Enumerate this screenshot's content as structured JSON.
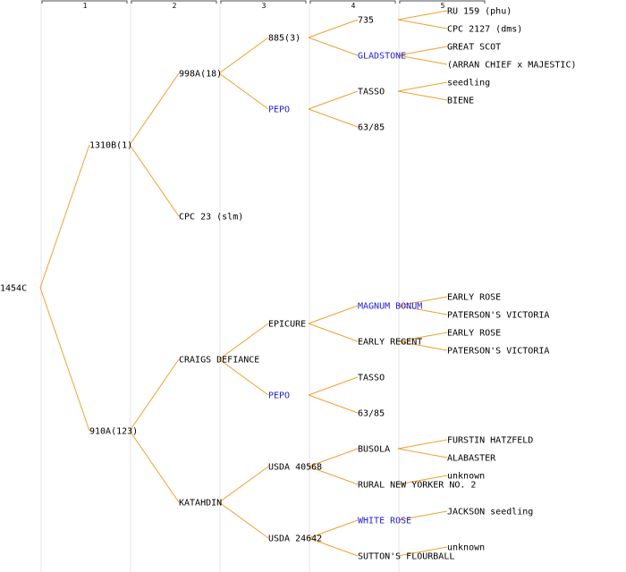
{
  "generations": [
    "1",
    "2",
    "3",
    "4",
    "5"
  ],
  "colors": {
    "edge": "#f0a030",
    "text": "#000000",
    "link": "#1e1ed2",
    "guide": "#e6e6e6",
    "ruler": "#505050"
  },
  "nodes": [
    {
      "id": "n0",
      "label": "1454C",
      "gen": 0,
      "row": 15.5,
      "link": false,
      "parent": null
    },
    {
      "id": "n1",
      "label": "1310B(1)",
      "gen": 1,
      "row": 7.5,
      "link": false,
      "parent": "n0"
    },
    {
      "id": "n2",
      "label": "910A(123)",
      "gen": 1,
      "row": 23.5,
      "link": false,
      "parent": "n0"
    },
    {
      "id": "n3",
      "label": "998A(18)",
      "gen": 2,
      "row": 3.5,
      "link": false,
      "parent": "n1"
    },
    {
      "id": "n4",
      "label": "CPC 23 (slm)",
      "gen": 2,
      "row": 11.5,
      "link": false,
      "parent": "n1"
    },
    {
      "id": "n5",
      "label": "CRAIGS DEFIANCE",
      "gen": 2,
      "row": 19.5,
      "link": false,
      "parent": "n2"
    },
    {
      "id": "n6",
      "label": "KATAHDIN",
      "gen": 2,
      "row": 27.5,
      "link": false,
      "parent": "n2"
    },
    {
      "id": "n7",
      "label": "885(3)",
      "gen": 3,
      "row": 1.5,
      "link": false,
      "parent": "n3"
    },
    {
      "id": "n8",
      "label": "PEPO",
      "gen": 3,
      "row": 5.5,
      "link": true,
      "parent": "n3"
    },
    {
      "id": "n9",
      "label": "EPICURE",
      "gen": 3,
      "row": 17.5,
      "link": false,
      "parent": "n5"
    },
    {
      "id": "n10",
      "label": "PEPO",
      "gen": 3,
      "row": 21.5,
      "link": true,
      "parent": "n5"
    },
    {
      "id": "n11",
      "label": "USDA 40568",
      "gen": 3,
      "row": 25.5,
      "link": false,
      "parent": "n6"
    },
    {
      "id": "n12",
      "label": "USDA 24642",
      "gen": 3,
      "row": 29.5,
      "link": false,
      "parent": "n6"
    },
    {
      "id": "n13",
      "label": "735",
      "gen": 4,
      "row": 0.5,
      "link": false,
      "parent": "n7"
    },
    {
      "id": "n14",
      "label": "GLADSTONE",
      "gen": 4,
      "row": 2.5,
      "link": true,
      "parent": "n7"
    },
    {
      "id": "n15",
      "label": "TASSO",
      "gen": 4,
      "row": 4.5,
      "link": false,
      "parent": "n8"
    },
    {
      "id": "n16",
      "label": "63/85",
      "gen": 4,
      "row": 6.5,
      "link": false,
      "parent": "n8"
    },
    {
      "id": "n17",
      "label": "MAGNUM BONUM",
      "gen": 4,
      "row": 16.5,
      "link": true,
      "parent": "n9"
    },
    {
      "id": "n18",
      "label": "EARLY REGENT",
      "gen": 4,
      "row": 18.5,
      "link": false,
      "parent": "n9"
    },
    {
      "id": "n19",
      "label": "TASSO",
      "gen": 4,
      "row": 20.5,
      "link": false,
      "parent": "n10"
    },
    {
      "id": "n20",
      "label": "63/85",
      "gen": 4,
      "row": 22.5,
      "link": false,
      "parent": "n10"
    },
    {
      "id": "n21",
      "label": "BUSOLA",
      "gen": 4,
      "row": 24.5,
      "link": false,
      "parent": "n11"
    },
    {
      "id": "n22",
      "label": "RURAL NEW YORKER NO. 2",
      "gen": 4,
      "row": 26.5,
      "link": false,
      "parent": "n11"
    },
    {
      "id": "n23",
      "label": "WHITE ROSE",
      "gen": 4,
      "row": 28.5,
      "link": true,
      "parent": "n12"
    },
    {
      "id": "n24",
      "label": "SUTTON'S FLOURBALL",
      "gen": 4,
      "row": 30.5,
      "link": false,
      "parent": "n12"
    },
    {
      "id": "n25",
      "label": "RU 159 (phu)",
      "gen": 5,
      "row": 0,
      "link": false,
      "parent": "n13"
    },
    {
      "id": "n26",
      "label": "CPC 2127 (dms)",
      "gen": 5,
      "row": 1,
      "link": false,
      "parent": "n13"
    },
    {
      "id": "n27",
      "label": "GREAT SCOT",
      "gen": 5,
      "row": 2,
      "link": false,
      "parent": "n14"
    },
    {
      "id": "n28",
      "label": "(ARRAN CHIEF x MAJESTIC)",
      "gen": 5,
      "row": 3,
      "link": false,
      "parent": "n14"
    },
    {
      "id": "n29",
      "label": "seedling",
      "gen": 5,
      "row": 4,
      "link": false,
      "parent": "n15"
    },
    {
      "id": "n30",
      "label": "BIENE",
      "gen": 5,
      "row": 5,
      "link": false,
      "parent": "n15"
    },
    {
      "id": "n31",
      "label": "EARLY ROSE",
      "gen": 5,
      "row": 16,
      "link": false,
      "parent": "n17"
    },
    {
      "id": "n32",
      "label": "PATERSON'S VICTORIA",
      "gen": 5,
      "row": 17,
      "link": false,
      "parent": "n17"
    },
    {
      "id": "n33",
      "label": "EARLY ROSE",
      "gen": 5,
      "row": 18,
      "link": false,
      "parent": "n18"
    },
    {
      "id": "n34",
      "label": "PATERSON'S VICTORIA",
      "gen": 5,
      "row": 19,
      "link": false,
      "parent": "n18"
    },
    {
      "id": "n35",
      "label": "FURSTIN HATZFELD",
      "gen": 5,
      "row": 24,
      "link": false,
      "parent": "n21"
    },
    {
      "id": "n36",
      "label": "ALABASTER",
      "gen": 5,
      "row": 25,
      "link": false,
      "parent": "n21"
    },
    {
      "id": "n37",
      "label": "unknown",
      "gen": 5,
      "row": 26,
      "link": false,
      "parent": "n22"
    },
    {
      "id": "n38",
      "label": "JACKSON seedling",
      "gen": 5,
      "row": 28,
      "link": false,
      "parent": "n23"
    },
    {
      "id": "n39",
      "label": "unknown",
      "gen": 5,
      "row": 30,
      "link": false,
      "parent": "n24"
    }
  ]
}
